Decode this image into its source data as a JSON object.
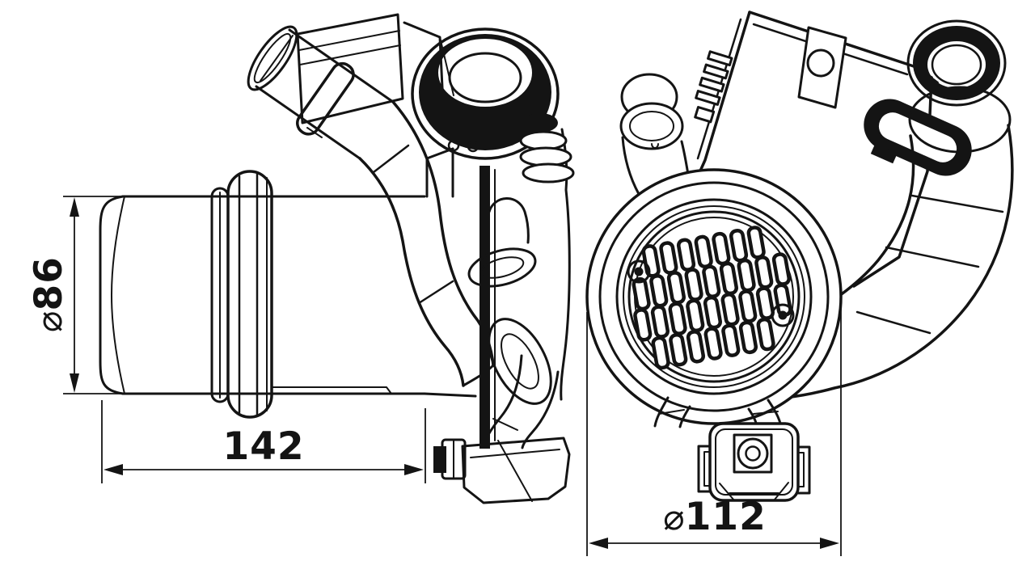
{
  "page": {
    "background": "#ffffff",
    "ink": "#141414",
    "description_visible_text_only": true
  },
  "drawing": {
    "dimensions": {
      "left_diameter": {
        "symbol": "⌀",
        "value": "86"
      },
      "length": {
        "value": "142"
      },
      "right_diameter": {
        "symbol": "⌀",
        "value": "112"
      }
    }
  }
}
